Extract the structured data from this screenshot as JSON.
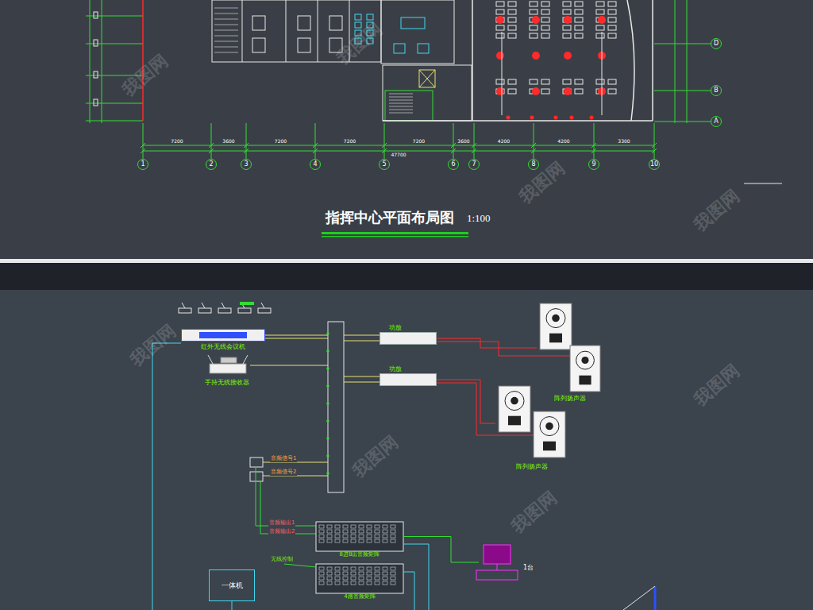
{
  "diagram": {
    "title": "指挥中心平面布局图",
    "nodes": [
      {
        "text": [
          "1"
        ]
      },
      {
        "text": [
          "2"
        ]
      },
      {
        "text": [
          "3"
        ]
      },
      {
        "text": [
          "4"
        ]
      },
      {
        "text": [
          "5"
        ]
      },
      {
        "text": [
          "6"
        ]
      },
      {
        "text": [
          "7"
        ]
      },
      {
        "text": [
          "8"
        ]
      },
      {
        "text": [
          "9"
        ]
      },
      {
        "text": [
          "10"
        ]
      },
      {
        "text": [
          "D"
        ]
      },
      {
        "text": [
          "B"
        ]
      },
      {
        "text": [
          "A"
        ]
      },
      {
        "text": [
          "红外无线会议机"
        ]
      },
      {
        "text": [
          "手持无线接收器"
        ]
      },
      {
        "text": [
          "功放"
        ]
      },
      {
        "text": [
          "功放"
        ]
      },
      {
        "text": [
          "阵列扬声器"
        ]
      },
      {
        "text": [
          "阵列扬声器"
        ]
      },
      {
        "text": [
          "8进8出音频矩阵"
        ]
      },
      {
        "text": [
          "4路音频矩阵"
        ]
      },
      {
        "text": [
          "1台"
        ]
      },
      {
        "text": [
          "一体机"
        ]
      }
    ],
    "edges": [
      {
        "from": 15,
        "to": 17,
        "arrow": "none"
      },
      {
        "from": 16,
        "to": 18,
        "arrow": "none"
      },
      {
        "from": 19,
        "to": 21,
        "arrow": "none"
      }
    ],
    "labels": [
      "1:100",
      "7200",
      "3600",
      "7200",
      "7200",
      "7200",
      "3600",
      "4200",
      "4200",
      "3300",
      "47700",
      "音频信号1",
      "音频信号2",
      "音频输出1",
      "音频输出2",
      "无线控制",
      "我图网",
      "我图网",
      "我图网",
      "我图网",
      "我图网",
      "我图网",
      "我图网",
      "我图网"
    ]
  }
}
